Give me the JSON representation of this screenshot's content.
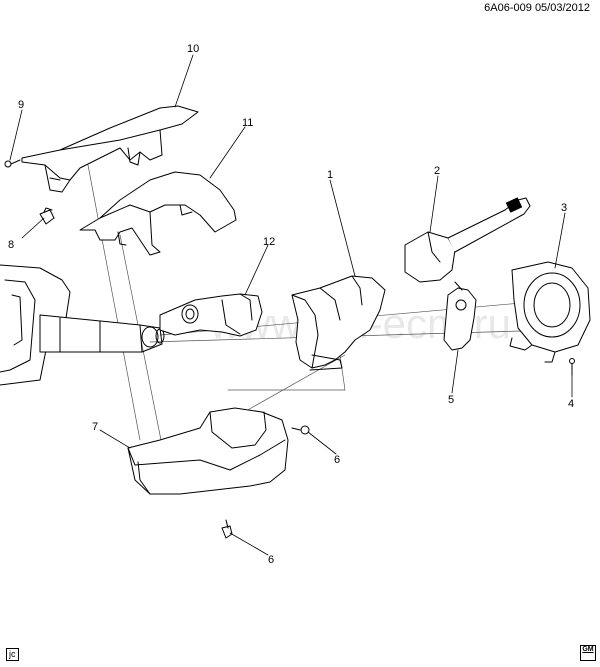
{
  "header": {
    "code": "6A06-009",
    "date": "05/03/2012"
  },
  "watermark": "www.gm-ecm.ru",
  "callouts": [
    {
      "id": "c1",
      "label": "1"
    },
    {
      "id": "c2",
      "label": "2"
    },
    {
      "id": "c3",
      "label": "3"
    },
    {
      "id": "c4",
      "label": "4"
    },
    {
      "id": "c5",
      "label": "5"
    },
    {
      "id": "c6a",
      "label": "6"
    },
    {
      "id": "c6b",
      "label": "6"
    },
    {
      "id": "c7",
      "label": "7"
    },
    {
      "id": "c8",
      "label": "8"
    },
    {
      "id": "c9",
      "label": "9"
    },
    {
      "id": "c10",
      "label": "10"
    },
    {
      "id": "c11",
      "label": "11"
    },
    {
      "id": "c12",
      "label": "12"
    }
  ],
  "footer": {
    "initials": "jc",
    "logo_top": "GM",
    "logo_bottom": ""
  }
}
